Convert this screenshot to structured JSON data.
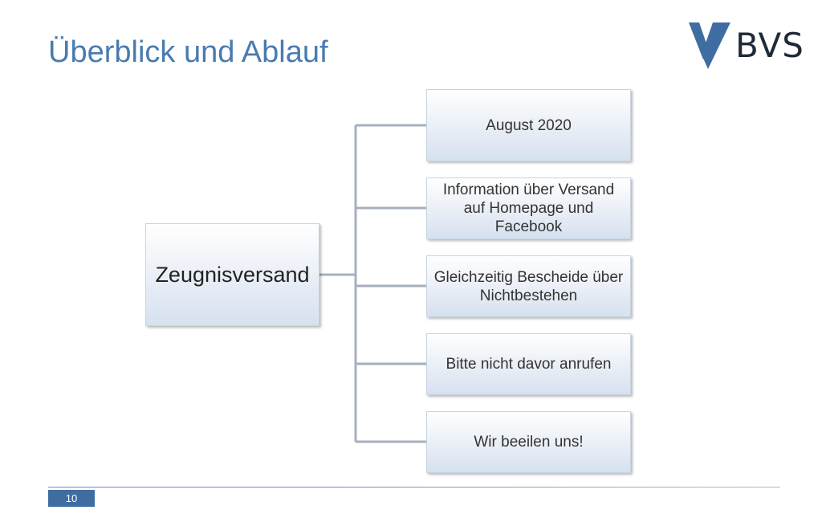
{
  "title": "Überblick und Ablauf",
  "logo": {
    "text": "BVS",
    "mark_color": "#3f6da1"
  },
  "diagram": {
    "root": "Zeugnisversand",
    "children": [
      "August 2020",
      "Information über Versand auf Homepage und Facebook",
      "Gleichzeitig Bescheide über Nichtbestehen",
      "Bitte nicht davor anrufen",
      "Wir beeilen uns!"
    ]
  },
  "footer": {
    "page_number": "10"
  },
  "colors": {
    "title": "#4a7bb0",
    "connector": "#a6b0bf",
    "page_number_bg": "#3f6da1"
  }
}
